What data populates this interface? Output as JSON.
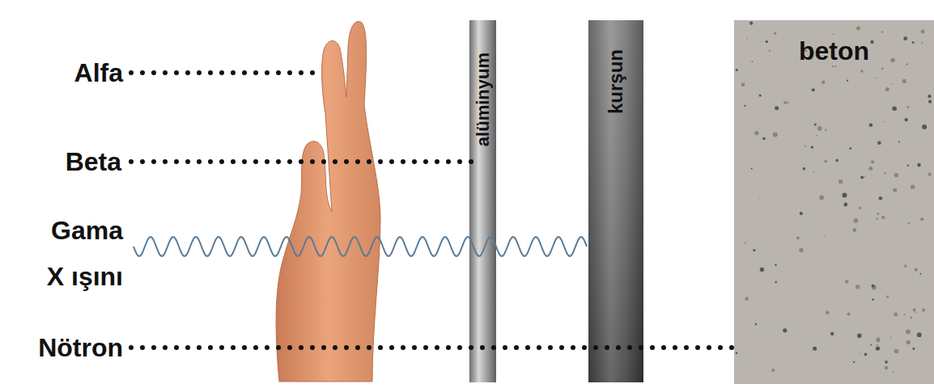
{
  "diagram": {
    "nodes": [
      {
        "text": [
          "alüminyum"
        ]
      },
      {
        "text": [
          "kurşun"
        ]
      },
      {
        "text": [
          "beton"
        ]
      }
    ],
    "labels": [
      "Alfa",
      "Beta",
      "Gama",
      "X ışını",
      "Nötron"
    ]
  }
}
